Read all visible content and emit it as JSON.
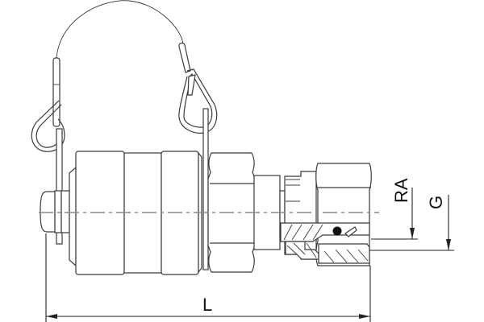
{
  "drawing": {
    "type": "technical-drawing",
    "subject": "coupling with dust cap and retaining cable",
    "dimensions": {
      "overall_length_label": "L",
      "pipe_od_label": "RA",
      "thread_label": "G"
    },
    "colors": {
      "line": "#3a3a3a",
      "centerline": "#8a8a8a",
      "background": "#ffffff",
      "oring": "#111111"
    }
  }
}
